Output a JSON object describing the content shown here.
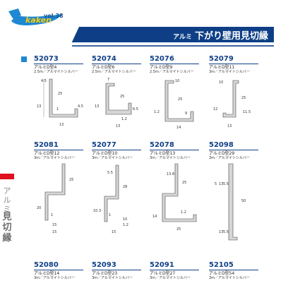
{
  "brand": {
    "vol": "vol.38",
    "logo_text": "kaken"
  },
  "header": {
    "small": "アルミ",
    "title": "下がり壁用見切縁"
  },
  "side": {
    "line1": "アルミ",
    "line2": "見切縁"
  },
  "items": [
    {
      "code": "52073",
      "name": "アルミD型4",
      "spec": "2.5m／アルマイトシルバー",
      "dims": [
        "4.5",
        "25",
        "13",
        "1",
        "4.5",
        "13"
      ]
    },
    {
      "code": "52074",
      "name": "アルミD型6",
      "spec": "2.5m／アルマイトシルバー",
      "dims": [
        "7",
        "25",
        "13",
        "6.5",
        "1.2",
        "13"
      ]
    },
    {
      "code": "52076",
      "name": "アルミD型9",
      "spec": "2.5m／アルマイトシルバー",
      "dims": [
        "10",
        "25",
        "1.2",
        "9",
        "14"
      ]
    },
    {
      "code": "52079",
      "name": "アルミD型11",
      "spec": "3m／アルマイトシルバー",
      "dims": [
        "10",
        "25",
        "11.5",
        "12",
        "13"
      ]
    },
    {
      "code": "52081",
      "name": "アルミD型12",
      "spec": "3m／アルマイトシルバー",
      "dims": [
        "25",
        "20",
        "1",
        "15",
        "15"
      ]
    },
    {
      "code": "52077",
      "name": "アルミD型10",
      "spec": "3m／アルマイトシルバー",
      "dims": [
        "5.5",
        "28",
        "10.3",
        "1",
        "10",
        "1.2",
        "15"
      ]
    },
    {
      "code": "52078",
      "name": "アルミD型13",
      "spec": "3m／アルマイトシルバー",
      "dims": [
        "13.8",
        "25",
        "1.2",
        "14",
        "25"
      ]
    },
    {
      "code": "52098",
      "name": "アルミD型29",
      "spec": "3m／アルマイトシルバー",
      "dims": [
        "5",
        "13",
        "5.5",
        "50",
        "13",
        "5.5"
      ]
    },
    {
      "code": "52080",
      "name": "アルミD型14",
      "spec": "3m／アルマイトシルバー"
    },
    {
      "code": "52093",
      "name": "アルミD型23",
      "spec": "3m／アルマイトシルバー"
    },
    {
      "code": "52091",
      "name": "アルミD型27",
      "spec": "3m／アルマイトシルバー"
    },
    {
      "code": "52105",
      "name": "アルミD型54",
      "spec": "3m／アルマイトシルバー"
    }
  ]
}
